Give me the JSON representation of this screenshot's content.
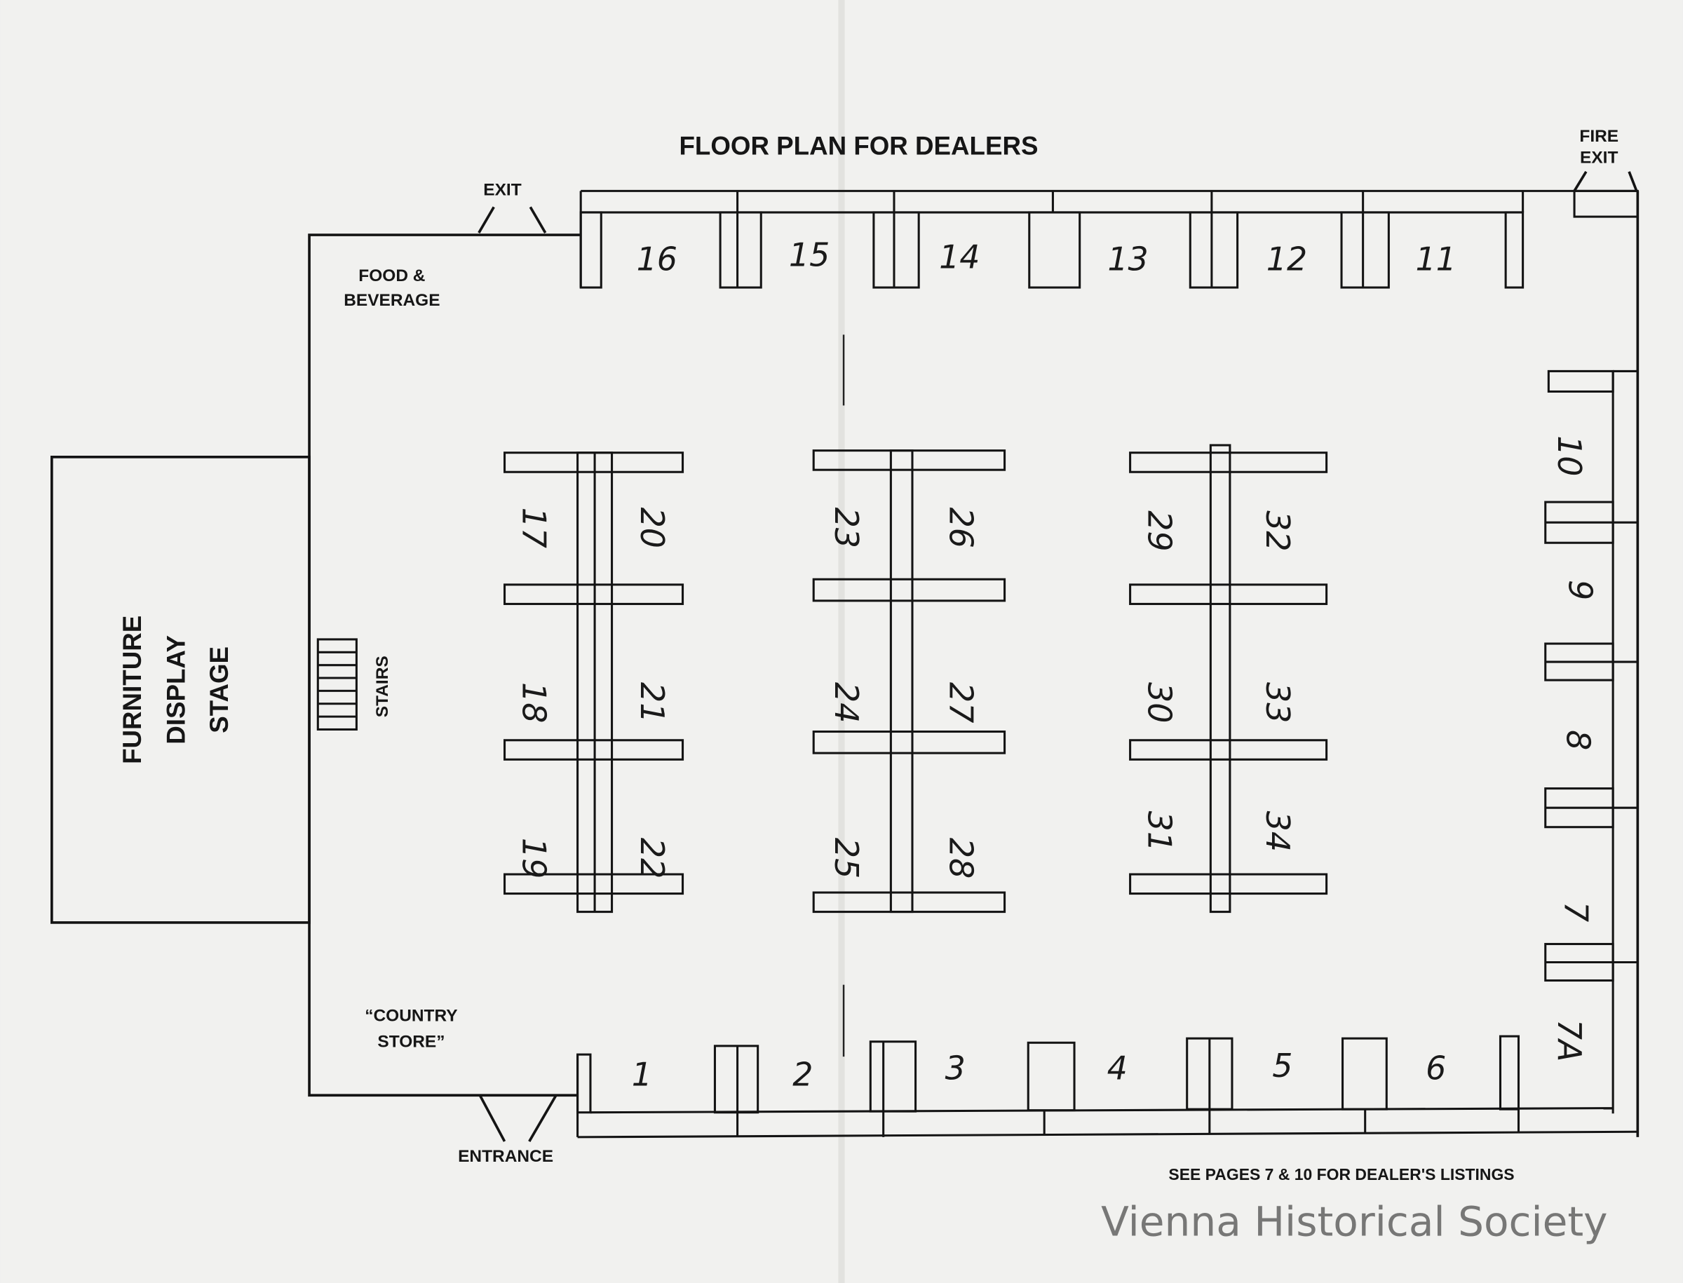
{
  "title": "FLOOR PLAN FOR DEALERS",
  "labels": {
    "exit": "EXIT",
    "fire_exit_1": "FIRE",
    "fire_exit_2": "EXIT",
    "food_1": "FOOD &",
    "food_2": "BEVERAGE",
    "stage_1": "FURNITURE",
    "stage_2": "DISPLAY",
    "stage_3": "STAGE",
    "stairs": "STAIRS",
    "country_1": "“COUNTRY",
    "country_2": "STORE”",
    "entrance": "ENTRANCE",
    "see_pages": "SEE PAGES 7 & 10 FOR DEALER'S LISTINGS"
  },
  "watermark": "Vienna Historical Society",
  "booths": {
    "b1": "1",
    "b2": "2",
    "b3": "3",
    "b4": "4",
    "b5": "5",
    "b6": "6",
    "b7a": "7A",
    "b7": "7",
    "b8": "8",
    "b9": "9",
    "b10": "10",
    "b11": "11",
    "b12": "12",
    "b13": "13",
    "b14": "14",
    "b15": "15",
    "b16": "16",
    "b17": "17",
    "b18": "18",
    "b19": "19",
    "b20": "20",
    "b21": "21",
    "b22": "22",
    "b23": "23",
    "b24": "24",
    "b25": "25",
    "b26": "26",
    "b27": "27",
    "b28": "28",
    "b29": "29",
    "b30": "30",
    "b31": "31",
    "b32": "32",
    "b33": "33",
    "b34": "34"
  },
  "colors": {
    "paper": "#f1f1ef",
    "ink": "#141414",
    "watermark": "#6a6a6a"
  }
}
